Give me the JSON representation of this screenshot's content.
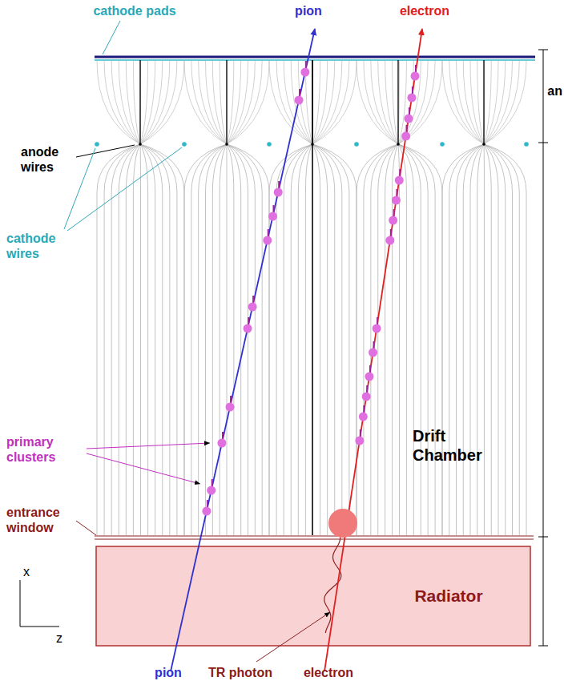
{
  "diagram": {
    "nodes": [
      {
        "text": [
          "Radiator"
        ]
      }
    ],
    "edges": [],
    "labels": [
      "cathode pads",
      "pion",
      "electron",
      "an",
      "anode wires",
      "cathode wires",
      "primary clusters",
      "entrance window",
      "Drift Chamber",
      "x",
      "z",
      "pion",
      "TR photon",
      "electron"
    ]
  }
}
